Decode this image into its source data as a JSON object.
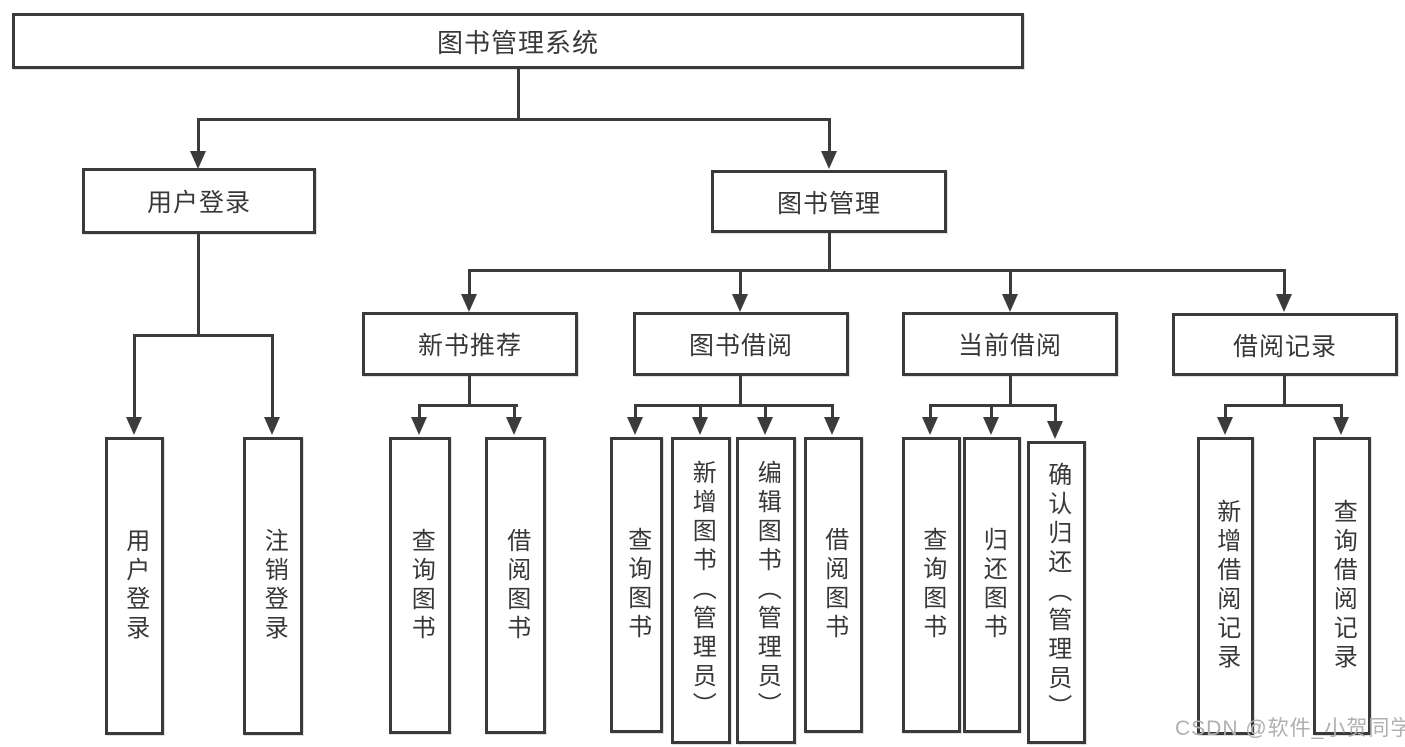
{
  "diagram": {
    "title": "图书管理系统",
    "root": {
      "label": "图书管理系统"
    },
    "branches": {
      "user_login": {
        "label": "用户登录",
        "children": [
          "用户登录",
          "注销登录"
        ]
      },
      "book_management": {
        "label": "图书管理",
        "sections": {
          "new_book_recommend": {
            "label": "新书推荐",
            "children": [
              "查询图书",
              "借阅图书"
            ]
          },
          "book_borrow": {
            "label": "图书借阅",
            "children": [
              "查询图书",
              "新增图书（管理员）",
              "编辑图书（管理员）",
              "借阅图书"
            ]
          },
          "current_borrow": {
            "label": "当前借阅",
            "children": [
              "查询图书",
              "归还图书",
              "确认归还（管理员）"
            ]
          },
          "borrow_records": {
            "label": "借阅记录",
            "children": [
              "新增借阅记录",
              "查询借阅记录"
            ]
          }
        }
      }
    }
  },
  "watermark": {
    "text": "CSDN @软件_小贺同学"
  },
  "colors": {
    "line": "#3b3b3b",
    "border": "#3a3a3a",
    "text": "#383838",
    "watermark": "#b0b0b0",
    "background": "#ffffff"
  }
}
